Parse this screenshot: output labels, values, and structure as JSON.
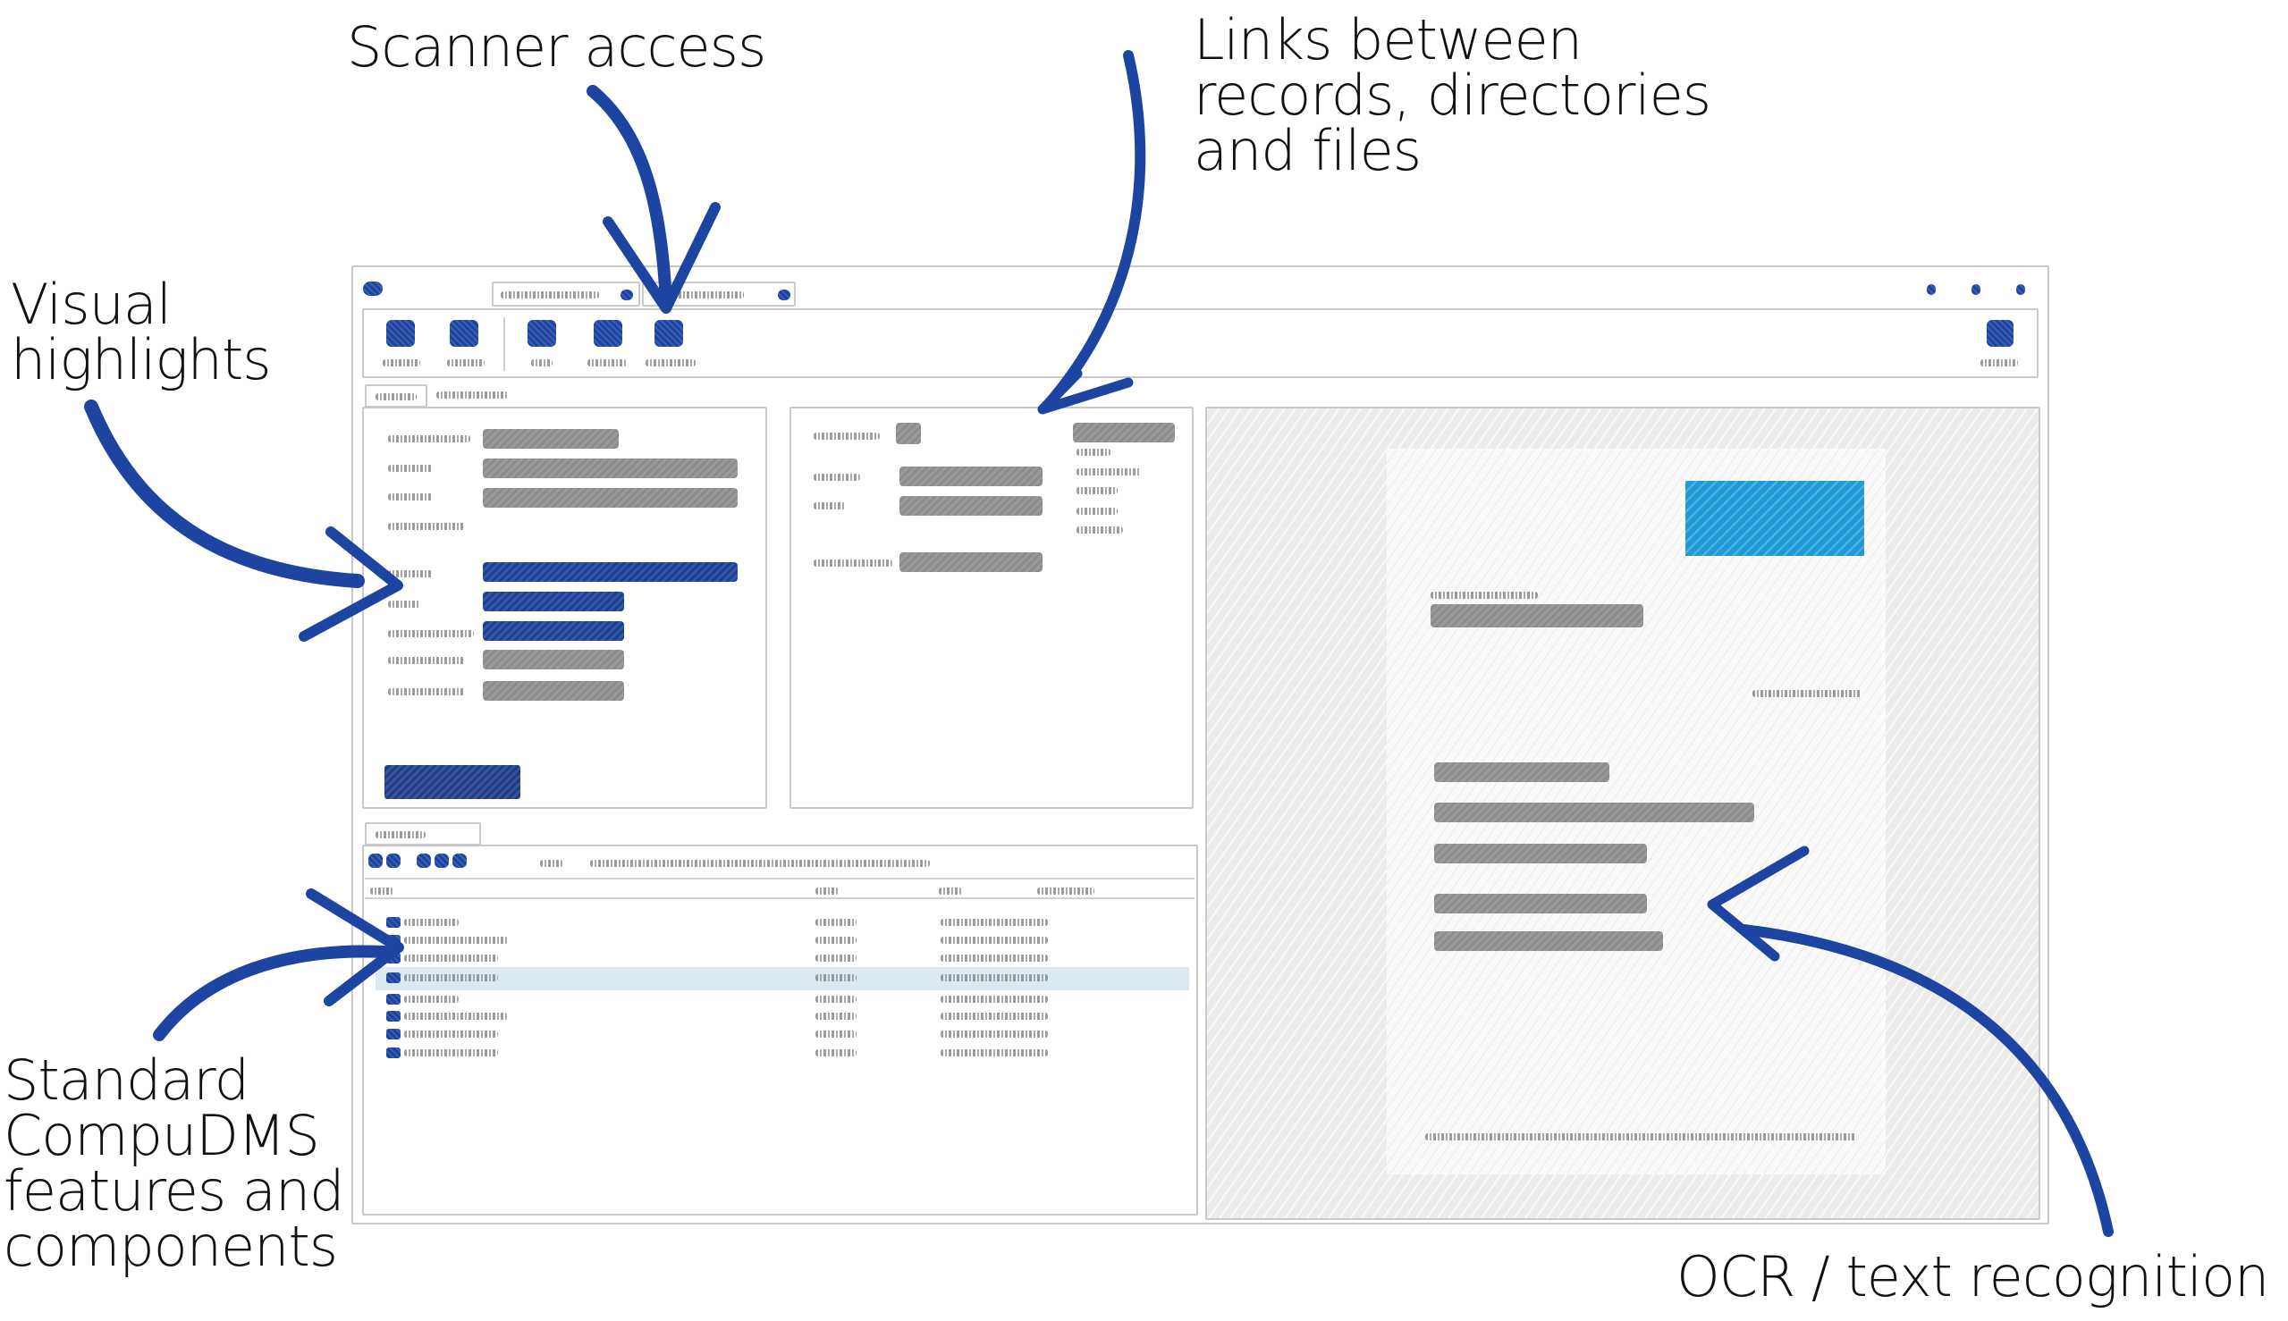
{
  "annotations": {
    "scanner_access": "Scanner access",
    "links": "Links between\nrecords, directories\nand files",
    "visual_highlights": "Visual\nhighlights",
    "standard_features": "Standard\nCompuDMS\nfeatures and\ncomponents",
    "ocr": "OCR / text recognition"
  },
  "colors": {
    "accent_blue": "#1c44a0",
    "highlight_blue": "#1a3f95",
    "logo_blue": "#1e9ad6",
    "row_highlight": "#dbe9f2",
    "placeholder_gray": "#8c8c8c",
    "preview_bg": "#ebebeb"
  },
  "window": {
    "app_icon": "app-logo-icon",
    "document_tabs": [
      {
        "label": "placeholder-tab-1",
        "close_icon": "close-icon"
      },
      {
        "label": "placeholder-tab-2",
        "close_icon": "close-icon"
      }
    ],
    "window_controls": [
      "minimize-icon",
      "maximize-icon",
      "close-icon"
    ]
  },
  "toolbar": {
    "buttons": [
      {
        "label": "placeholder",
        "icon": "toolbar-icon"
      },
      {
        "label": "placeholder",
        "icon": "toolbar-icon"
      },
      {
        "label": "placeholder",
        "icon": "toolbar-icon"
      },
      {
        "label": "placeholder",
        "icon": "toolbar-icon"
      },
      {
        "label": "placeholder",
        "icon": "scanner-icon"
      }
    ],
    "right_button": {
      "label": "placeholder",
      "icon": "toolbar-icon"
    }
  },
  "form_tabs": [
    "placeholder-tab",
    "placeholder-tab-2"
  ],
  "record_form": {
    "fields": [
      {
        "label": "placeholder-field",
        "value": "value",
        "highlighted": false
      },
      {
        "label": "placeholder",
        "value": "value",
        "highlighted": false
      },
      {
        "label": "placeholder",
        "value": "value",
        "highlighted": false
      },
      {
        "label": "placeholder-field",
        "value": "",
        "highlighted": false
      },
      {
        "label": "placeholder",
        "value": "value",
        "highlighted": true
      },
      {
        "label": "placeholder",
        "value": "value",
        "highlighted": true
      },
      {
        "label": "placeholder-field",
        "value": "value",
        "highlighted": true
      },
      {
        "label": "placeholder-field",
        "value": "value",
        "highlighted": false
      },
      {
        "label": "placeholder-field",
        "value": "value",
        "highlighted": false
      }
    ],
    "action_button": "action"
  },
  "links_panel": {
    "fields": [
      {
        "label": "placeholder-field",
        "value": "v"
      },
      {
        "label": "placeholder",
        "value": "value"
      },
      {
        "label": "placeholder",
        "value": "value"
      },
      {
        "label": "placeholder-field",
        "value": "value"
      }
    ],
    "linked_header": "linked",
    "linked_items": [
      "placeholder",
      "placeholder-item",
      "placeholder",
      "placeholder",
      "placeholder"
    ]
  },
  "files_panel": {
    "tab_label": "placeholder-tab",
    "toolbar_icons": [
      "toolbar-icon",
      "toolbar-icon",
      "toolbar-icon",
      "toolbar-icon",
      "toolbar-icon"
    ],
    "toolbar_label": "placeholder",
    "toolbar_path": "placeholder-path-placeholder-path-placeholder",
    "columns": [
      "name",
      "size",
      "type",
      "modified"
    ],
    "rows": [
      {
        "name": "placeholder",
        "size": "placeholder",
        "modified": "placeholder-date-value",
        "selected": false
      },
      {
        "name": "placeholder-file-name",
        "size": "placeholder",
        "modified": "placeholder-date-value",
        "selected": false
      },
      {
        "name": "placeholder-file-nm",
        "size": "placeholder",
        "modified": "placeholder-date-value",
        "selected": false
      },
      {
        "name": "placeholder-file-nm",
        "size": "placeholder",
        "modified": "placeholder-date-value",
        "selected": true
      },
      {
        "name": "placeholder",
        "size": "placeholder",
        "modified": "placeholder-date-value",
        "selected": false
      },
      {
        "name": "placeholder-file-name",
        "size": "placeholder",
        "modified": "placeholder-date-value",
        "selected": false
      },
      {
        "name": "placeholder-file-nm",
        "size": "placeholder",
        "modified": "placeholder-date-value",
        "selected": false
      },
      {
        "name": "placeholder-file-nm",
        "size": "placeholder",
        "modified": "placeholder-date-value",
        "selected": false
      }
    ]
  },
  "preview": {
    "logo": "logo",
    "sender_small": "sender",
    "sender": "sender name",
    "date": "date",
    "body_lines": [
      "line",
      "line",
      "line",
      "line",
      "line"
    ],
    "footer": "footer"
  }
}
